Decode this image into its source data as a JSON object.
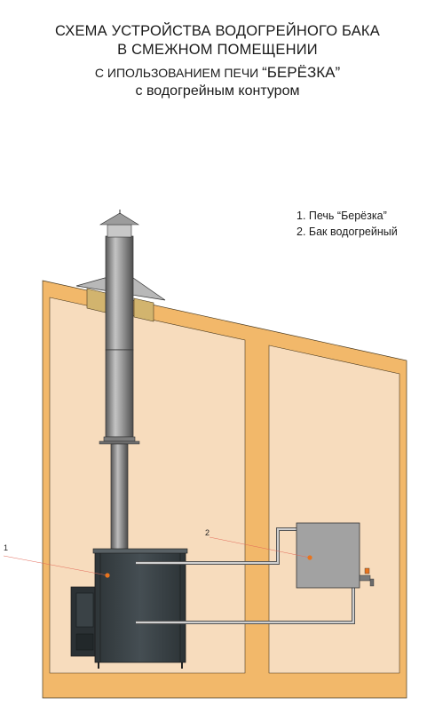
{
  "title": {
    "line1": "СХЕМА УСТРОЙСТВА ВОДОГРЕЙНОГО БАКА",
    "line2": "В СМЕЖНОМ ПОМЕЩЕНИИ",
    "line3_prefix": "С ИПОЛЬЗОВАНИЕМ ПЕЧИ ",
    "line3_name": "“БЕРЁЗКА”",
    "line4": "с водогрейным контуром"
  },
  "legend": {
    "items": [
      "1. Печь “Берёзка”",
      "2. Бак водогрейный"
    ]
  },
  "callouts": {
    "stove_number": "1",
    "tank_number": "2"
  },
  "colors": {
    "wall_fill": "#f7dcbd",
    "wall_frame": "#f2b86a",
    "insulation": "#d2b46e",
    "pipe_steel": "#8e8e8e",
    "stove_body": "#3c4448",
    "tank_body": "#a2a2a2",
    "callout_dot": "#e8741e"
  }
}
